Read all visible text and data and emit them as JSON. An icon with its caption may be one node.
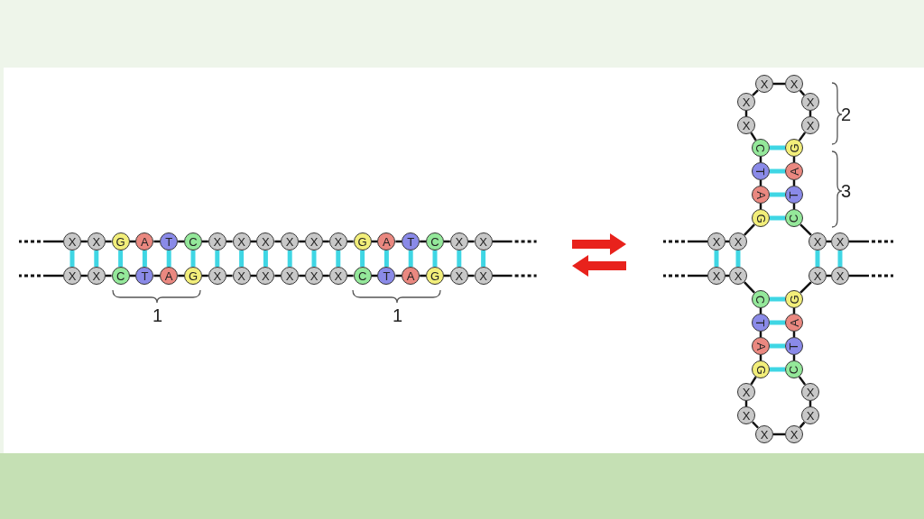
{
  "diagram": {
    "nodes": [
      {
        "text": [
          "X"
        ]
      },
      {
        "text": [
          "X"
        ]
      },
      {
        "text": [
          "G"
        ]
      },
      {
        "text": [
          "A"
        ]
      },
      {
        "text": [
          "T"
        ]
      },
      {
        "text": [
          "C"
        ]
      },
      {
        "text": [
          "X"
        ]
      },
      {
        "text": [
          "X"
        ]
      },
      {
        "text": [
          "X"
        ]
      },
      {
        "text": [
          "X"
        ]
      },
      {
        "text": [
          "X"
        ]
      },
      {
        "text": [
          "X"
        ]
      },
      {
        "text": [
          "G"
        ]
      },
      {
        "text": [
          "A"
        ]
      },
      {
        "text": [
          "T"
        ]
      },
      {
        "text": [
          "C"
        ]
      },
      {
        "text": [
          "X"
        ]
      },
      {
        "text": [
          "X"
        ]
      },
      {
        "text": [
          "X"
        ]
      },
      {
        "text": [
          "X"
        ]
      },
      {
        "text": [
          "C"
        ]
      },
      {
        "text": [
          "T"
        ]
      },
      {
        "text": [
          "A"
        ]
      },
      {
        "text": [
          "G"
        ]
      },
      {
        "text": [
          "X"
        ]
      },
      {
        "text": [
          "X"
        ]
      },
      {
        "text": [
          "X"
        ]
      },
      {
        "text": [
          "X"
        ]
      },
      {
        "text": [
          "X"
        ]
      },
      {
        "text": [
          "X"
        ]
      },
      {
        "text": [
          "C"
        ]
      },
      {
        "text": [
          "T"
        ]
      },
      {
        "text": [
          "A"
        ]
      },
      {
        "text": [
          "G"
        ]
      },
      {
        "text": [
          "X"
        ]
      },
      {
        "text": [
          "X"
        ]
      },
      {
        "text": [
          "X"
        ]
      },
      {
        "text": [
          "X"
        ]
      },
      {
        "text": [
          "G"
        ]
      },
      {
        "text": [
          "A"
        ]
      },
      {
        "text": [
          "T"
        ]
      },
      {
        "text": [
          "C"
        ]
      },
      {
        "text": [
          "X"
        ]
      },
      {
        "text": [
          "X"
        ]
      },
      {
        "text": [
          "X"
        ]
      },
      {
        "text": [
          "X"
        ]
      },
      {
        "text": [
          "X"
        ]
      },
      {
        "text": [
          "X"
        ]
      },
      {
        "text": [
          "G"
        ]
      },
      {
        "text": [
          "A"
        ]
      },
      {
        "text": [
          "T"
        ]
      },
      {
        "text": [
          "C"
        ]
      },
      {
        "text": [
          "X"
        ]
      },
      {
        "text": [
          "X"
        ]
      },
      {
        "text": [
          "X"
        ]
      },
      {
        "text": [
          "X"
        ]
      },
      {
        "text": [
          "C"
        ]
      },
      {
        "text": [
          "T"
        ]
      },
      {
        "text": [
          "A"
        ]
      },
      {
        "text": [
          "G"
        ]
      },
      {
        "text": [
          "X"
        ]
      },
      {
        "text": [
          "X"
        ]
      },
      {
        "text": [
          "X"
        ]
      },
      {
        "text": [
          "X"
        ]
      },
      {
        "text": [
          "X"
        ]
      },
      {
        "text": [
          "X"
        ]
      },
      {
        "text": [
          "C"
        ]
      },
      {
        "text": [
          "T"
        ]
      },
      {
        "text": [
          "A"
        ]
      },
      {
        "text": [
          "G"
        ]
      },
      {
        "text": [
          "X"
        ]
      },
      {
        "text": [
          "X"
        ]
      }
    ],
    "edges": [
      {
        "from": 0,
        "to": 1,
        "arrow": "none"
      },
      {
        "from": 1,
        "to": 2,
        "arrow": "none"
      },
      {
        "from": 2,
        "to": 3,
        "arrow": "none"
      },
      {
        "from": 3,
        "to": 4,
        "arrow": "none"
      },
      {
        "from": 4,
        "to": 5,
        "arrow": "none"
      },
      {
        "from": 5,
        "to": 6,
        "arrow": "none"
      },
      {
        "from": 6,
        "to": 7,
        "arrow": "none"
      },
      {
        "from": 7,
        "to": 8,
        "arrow": "none"
      },
      {
        "from": 8,
        "to": 9,
        "arrow": "none"
      },
      {
        "from": 9,
        "to": 10,
        "arrow": "none"
      },
      {
        "from": 10,
        "to": 11,
        "arrow": "none"
      },
      {
        "from": 11,
        "to": 12,
        "arrow": "none"
      },
      {
        "from": 12,
        "to": 13,
        "arrow": "none"
      },
      {
        "from": 13,
        "to": 14,
        "arrow": "none"
      },
      {
        "from": 14,
        "to": 15,
        "arrow": "none"
      },
      {
        "from": 15,
        "to": 16,
        "arrow": "none"
      },
      {
        "from": 16,
        "to": 17,
        "arrow": "none"
      },
      {
        "from": 18,
        "to": 19,
        "arrow": "none"
      },
      {
        "from": 19,
        "to": 20,
        "arrow": "none"
      },
      {
        "from": 20,
        "to": 21,
        "arrow": "none"
      },
      {
        "from": 21,
        "to": 22,
        "arrow": "none"
      },
      {
        "from": 22,
        "to": 23,
        "arrow": "none"
      },
      {
        "from": 23,
        "to": 24,
        "arrow": "none"
      },
      {
        "from": 24,
        "to": 25,
        "arrow": "none"
      },
      {
        "from": 25,
        "to": 26,
        "arrow": "none"
      },
      {
        "from": 26,
        "to": 27,
        "arrow": "none"
      },
      {
        "from": 27,
        "to": 28,
        "arrow": "none"
      },
      {
        "from": 28,
        "to": 29,
        "arrow": "none"
      },
      {
        "from": 29,
        "to": 30,
        "arrow": "none"
      },
      {
        "from": 30,
        "to": 31,
        "arrow": "none"
      },
      {
        "from": 31,
        "to": 32,
        "arrow": "none"
      },
      {
        "from": 32,
        "to": 33,
        "arrow": "none"
      },
      {
        "from": 33,
        "to": 34,
        "arrow": "none"
      },
      {
        "from": 34,
        "to": 35,
        "arrow": "none"
      },
      {
        "from": 36,
        "to": 37,
        "arrow": "none"
      },
      {
        "from": 37,
        "to": 38,
        "arrow": "none"
      },
      {
        "from": 38,
        "to": 39,
        "arrow": "none"
      },
      {
        "from": 39,
        "to": 40,
        "arrow": "none"
      },
      {
        "from": 40,
        "to": 41,
        "arrow": "none"
      },
      {
        "from": 41,
        "to": 42,
        "arrow": "none"
      },
      {
        "from": 42,
        "to": 43,
        "arrow": "none"
      },
      {
        "from": 43,
        "to": 44,
        "arrow": "none"
      },
      {
        "from": 44,
        "to": 45,
        "arrow": "none"
      },
      {
        "from": 45,
        "to": 46,
        "arrow": "none"
      },
      {
        "from": 46,
        "to": 47,
        "arrow": "none"
      },
      {
        "from": 47,
        "to": 48,
        "arrow": "none"
      },
      {
        "from": 48,
        "to": 49,
        "arrow": "none"
      },
      {
        "from": 49,
        "to": 50,
        "arrow": "none"
      },
      {
        "from": 50,
        "to": 51,
        "arrow": "none"
      },
      {
        "from": 51,
        "to": 52,
        "arrow": "none"
      },
      {
        "from": 52,
        "to": 53,
        "arrow": "none"
      },
      {
        "from": 54,
        "to": 55,
        "arrow": "none"
      },
      {
        "from": 55,
        "to": 56,
        "arrow": "none"
      },
      {
        "from": 56,
        "to": 57,
        "arrow": "none"
      },
      {
        "from": 57,
        "to": 58,
        "arrow": "none"
      },
      {
        "from": 58,
        "to": 59,
        "arrow": "none"
      },
      {
        "from": 59,
        "to": 60,
        "arrow": "none"
      },
      {
        "from": 60,
        "to": 61,
        "arrow": "none"
      },
      {
        "from": 61,
        "to": 62,
        "arrow": "none"
      },
      {
        "from": 62,
        "to": 63,
        "arrow": "none"
      },
      {
        "from": 63,
        "to": 64,
        "arrow": "none"
      },
      {
        "from": 64,
        "to": 65,
        "arrow": "none"
      },
      {
        "from": 65,
        "to": 66,
        "arrow": "none"
      },
      {
        "from": 66,
        "to": 67,
        "arrow": "none"
      },
      {
        "from": 67,
        "to": 68,
        "arrow": "none"
      },
      {
        "from": 68,
        "to": 69,
        "arrow": "none"
      },
      {
        "from": 69,
        "to": 70,
        "arrow": "none"
      },
      {
        "from": 70,
        "to": 71,
        "arrow": "none"
      },
      {
        "from": 0,
        "to": null,
        "arrow": "none"
      },
      {
        "from": 17,
        "to": null,
        "arrow": "none"
      },
      {
        "from": 18,
        "to": null,
        "arrow": "none"
      },
      {
        "from": 35,
        "to": null,
        "arrow": "none"
      },
      {
        "from": 36,
        "to": null,
        "arrow": "none"
      },
      {
        "from": 53,
        "to": null,
        "arrow": "none"
      },
      {
        "from": 54,
        "to": null,
        "arrow": "none"
      },
      {
        "from": 71,
        "to": null,
        "arrow": "none"
      },
      {
        "from": 0,
        "to": 18,
        "arrow": "none",
        "style": "thick",
        "color": "#3fd6e4"
      },
      {
        "from": 1,
        "to": 19,
        "arrow": "none",
        "style": "thick",
        "color": "#3fd6e4"
      },
      {
        "from": 2,
        "to": 20,
        "arrow": "none",
        "style": "thick",
        "color": "#3fd6e4"
      },
      {
        "from": 3,
        "to": 21,
        "arrow": "none",
        "style": "thick",
        "color": "#3fd6e4"
      },
      {
        "from": 4,
        "to": 22,
        "arrow": "none",
        "style": "thick",
        "color": "#3fd6e4"
      },
      {
        "from": 5,
        "to": 23,
        "arrow": "none",
        "style": "thick",
        "color": "#3fd6e4"
      },
      {
        "from": 6,
        "to": 24,
        "arrow": "none",
        "style": "thick",
        "color": "#3fd6e4"
      },
      {
        "from": 7,
        "to": 25,
        "arrow": "none",
        "style": "thick",
        "color": "#3fd6e4"
      },
      {
        "from": 8,
        "to": 26,
        "arrow": "none",
        "style": "thick",
        "color": "#3fd6e4"
      },
      {
        "from": 9,
        "to": 27,
        "arrow": "none",
        "style": "thick",
        "color": "#3fd6e4"
      },
      {
        "from": 10,
        "to": 28,
        "arrow": "none",
        "style": "thick",
        "color": "#3fd6e4"
      },
      {
        "from": 11,
        "to": 29,
        "arrow": "none",
        "style": "thick",
        "color": "#3fd6e4"
      },
      {
        "from": 12,
        "to": 30,
        "arrow": "none",
        "style": "thick",
        "color": "#3fd6e4"
      },
      {
        "from": 13,
        "to": 31,
        "arrow": "none",
        "style": "thick",
        "color": "#3fd6e4"
      },
      {
        "from": 14,
        "to": 32,
        "arrow": "none",
        "style": "thick",
        "color": "#3fd6e4"
      },
      {
        "from": 15,
        "to": 33,
        "arrow": "none",
        "style": "thick",
        "color": "#3fd6e4"
      },
      {
        "from": 16,
        "to": 34,
        "arrow": "none",
        "style": "thick",
        "color": "#3fd6e4"
      },
      {
        "from": 17,
        "to": 35,
        "arrow": "none",
        "style": "thick",
        "color": "#3fd6e4"
      },
      {
        "from": 36,
        "to": 54,
        "arrow": "none",
        "style": "thick",
        "color": "#3fd6e4"
      },
      {
        "from": 37,
        "to": 55,
        "arrow": "none",
        "style": "thick",
        "color": "#3fd6e4"
      },
      {
        "from": 52,
        "to": 70,
        "arrow": "none",
        "style": "thick",
        "color": "#3fd6e4"
      },
      {
        "from": 53,
        "to": 71,
        "arrow": "none",
        "style": "thick",
        "color": "#3fd6e4"
      },
      {
        "from": 38,
        "to": 51,
        "arrow": "none",
        "style": "thick",
        "color": "#3fd6e4"
      },
      {
        "from": 39,
        "to": 50,
        "arrow": "none",
        "style": "thick",
        "color": "#3fd6e4"
      },
      {
        "from": 40,
        "to": 49,
        "arrow": "none",
        "style": "thick",
        "color": "#3fd6e4"
      },
      {
        "from": 41,
        "to": 48,
        "arrow": "none",
        "style": "thick",
        "color": "#3fd6e4"
      },
      {
        "from": 56,
        "to": 69,
        "arrow": "none",
        "style": "thick",
        "color": "#3fd6e4"
      },
      {
        "from": 57,
        "to": 68,
        "arrow": "none",
        "style": "thick",
        "color": "#3fd6e4"
      },
      {
        "from": 58,
        "to": 67,
        "arrow": "none",
        "style": "thick",
        "color": "#3fd6e4"
      },
      {
        "from": 59,
        "to": 66,
        "arrow": "none",
        "style": "thick",
        "color": "#3fd6e4"
      }
    ],
    "labels": [
      "1",
      "1",
      "2",
      "3"
    ]
  }
}
